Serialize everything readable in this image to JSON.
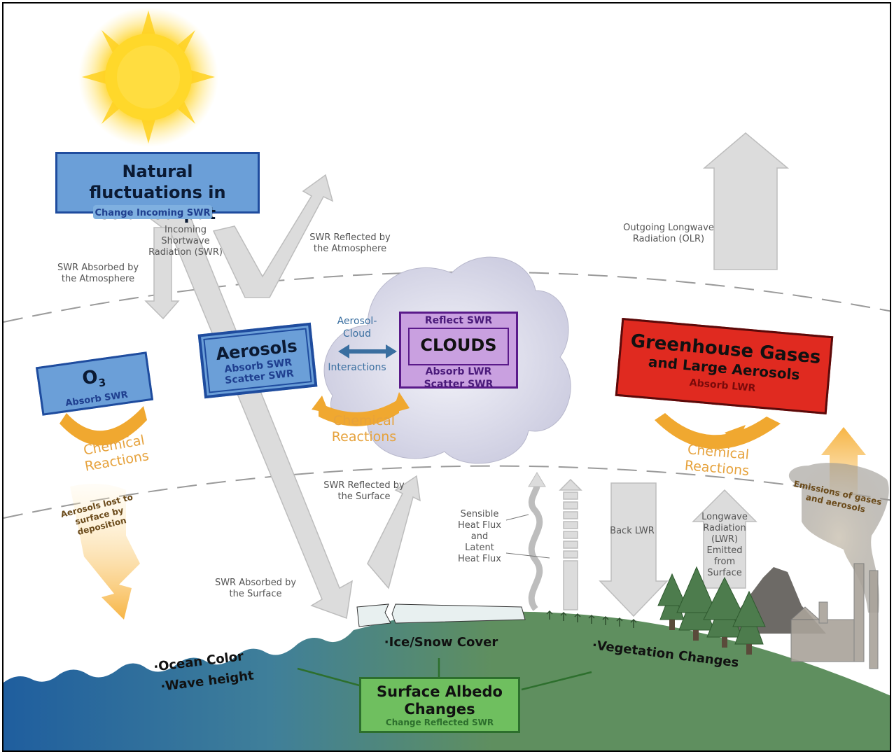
{
  "solar_box": {
    "title": "Natural fluctuations in solar output",
    "subtitle": "Change Incoming SWR"
  },
  "o3_box": {
    "title": "O",
    "title_sub": "3",
    "subtitle": "Absorb SWR"
  },
  "aerosols_box": {
    "title": "Aerosols",
    "line1": "Absorb SWR",
    "line2": "Scatter SWR"
  },
  "clouds_box": {
    "title": "CLOUDS",
    "top": "Reflect SWR",
    "line1": "Absorb LWR",
    "line2": "Scatter SWR"
  },
  "ghg_box": {
    "title": "Greenhouse Gases",
    "subtitle": "and Large Aerosols",
    "absorb": "Absorb LWR"
  },
  "albedo_box": {
    "title": "Surface Albedo Changes",
    "subtitle": "Change Reflected SWR"
  },
  "labels": {
    "incoming_swr": "Incoming\nShortwave\nRadiation (SWR)",
    "swr_reflected_atm": "SWR Reflected by\nthe Atmosphere",
    "swr_absorbed_atm": "SWR Absorbed by\nthe Atmosphere",
    "olr": "Outgoing Longwave\nRadiation (OLR)",
    "aerosol_cloud_1": "Aerosol-\nCloud",
    "aerosol_cloud_2": "Interactions",
    "swr_reflected_surface": "SWR Reflected by\nthe Surface",
    "swr_absorbed_surface": "SWR Absorbed by\nthe Surface",
    "heat_flux": "Sensible\nHeat Flux\nand\nLatent\nHeat Flux",
    "back_lwr": "Back LWR",
    "lwr_emitted": "Longwave\nRadiation\n(LWR)\nEmitted\nfrom\nSurface",
    "emissions": "Emissions of gases\nand aerosols",
    "aerosols_lost": "Aerosols lost to\nsurface by\ndeposition",
    "chem_1": "Chemical\nReactions",
    "chem_2": "Chemical\nReactions",
    "chem_3": "Chemical\nReactions",
    "ice_snow": "·Ice/Snow Cover",
    "ocean_color": "·Ocean Color",
    "wave_height": "·Wave height",
    "vegetation": "·Vegetation Changes"
  },
  "colors": {
    "arrow_gray": "#dcdcdc",
    "orange": "#f0a830",
    "ocean": "#2e6ea6",
    "land": "#5f8f5f",
    "ghg_red": "#e02a20",
    "cloud": "#dcdcec"
  }
}
